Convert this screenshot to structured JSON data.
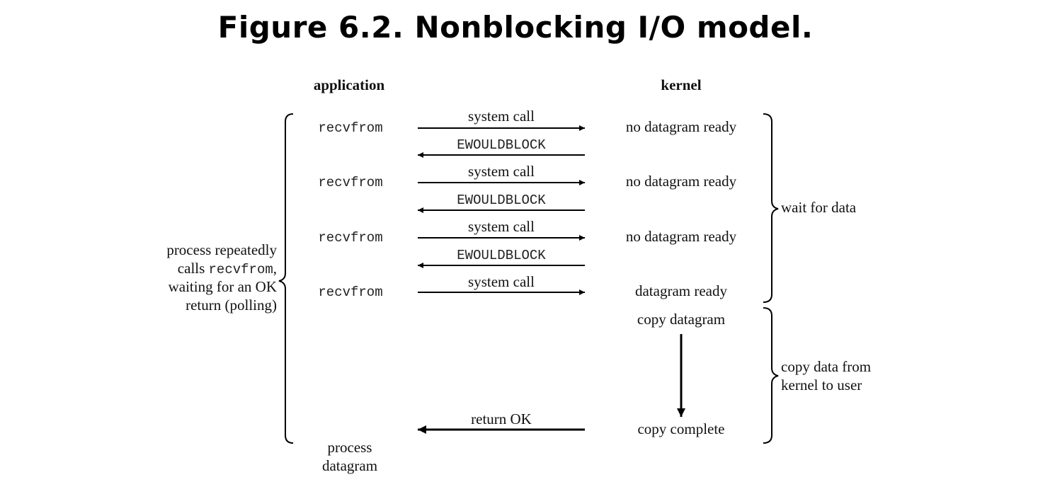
{
  "title": "Figure 6.2. Nonblocking I/O model.",
  "columns": {
    "application": "application",
    "kernel": "kernel"
  },
  "rows": [
    {
      "app": "recvfrom",
      "call": "system call",
      "kernel": "no datagram ready",
      "reply": "EWOULDBLOCK"
    },
    {
      "app": "recvfrom",
      "call": "system call",
      "kernel": "no datagram ready",
      "reply": "EWOULDBLOCK"
    },
    {
      "app": "recvfrom",
      "call": "system call",
      "kernel": "no datagram ready",
      "reply": "EWOULDBLOCK"
    },
    {
      "app": "recvfrom",
      "call": "system call",
      "kernel": "datagram ready",
      "reply": ""
    }
  ],
  "copy_datagram": "copy datagram",
  "copy_complete": "copy complete",
  "return_ok": "return OK",
  "process_datagram": [
    "process",
    "datagram"
  ],
  "left_note": {
    "line1": "process repeatedly",
    "line2_prefix": "calls ",
    "line2_code": "recvfrom",
    "line2_suffix": ",",
    "line3": "waiting for an OK",
    "line4": "return (polling)"
  },
  "phases": {
    "wait": "wait for data",
    "copy": [
      "copy data from",
      "kernel to user"
    ]
  }
}
